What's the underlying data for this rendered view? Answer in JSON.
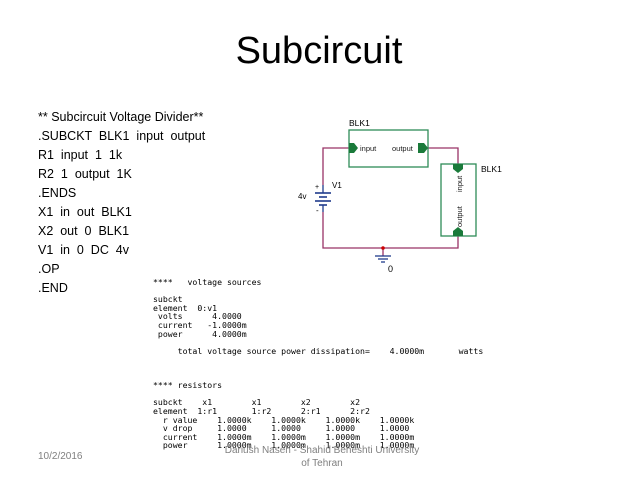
{
  "slide": {
    "title": "Subcircuit",
    "netlist": [
      "** Subcircuit Voltage Divider**",
      ".SUBCKT  BLK1  input  output",
      "R1  input  1  1k",
      "R2  1  output  1K",
      ".ENDS",
      "X1  in  out  BLK1",
      "X2  out  0  BLK1",
      "V1  in  0  DC  4v",
      ".OP",
      ".END"
    ],
    "simulation_output": [
      "****   voltage sources",
      "",
      "subckt",
      "element  0:v1",
      " volts      4.0000",
      " current   -1.0000m",
      " power      4.0000m",
      "",
      "     total voltage source power dissipation=    4.0000m       watts",
      "",
      "",
      "",
      "**** resistors",
      "",
      "subckt    x1        x1        x2        x2",
      "element  1:r1       1:r2      2:r1      2:r2",
      "  r value    1.0000k    1.0000k    1.0000k    1.0000k",
      "  v drop     1.0000     1.0000     1.0000     1.0000",
      "  current    1.0000m    1.0000m    1.0000m    1.0000m",
      "  power      1.0000m    1.0000m    1.0000m    1.0000m"
    ],
    "schematic": {
      "block_top_label": "BLK1",
      "block_top_in": "input",
      "block_top_out": "output",
      "block_right_label": "BLK1",
      "block_right_in": "input",
      "block_right_out": "output",
      "source_name": "V1",
      "source_value": "4v",
      "source_plus": "+",
      "source_minus": "-",
      "ground_label": "0",
      "colors": {
        "wire": "#993366",
        "block_border": "#2e8b57",
        "block_fill": "#ffffff",
        "port": "#1a7a3a",
        "node": "#cc0000"
      }
    },
    "footer": {
      "date": "10/2/2016",
      "author_line1": "Dariush Naseh - Shahid Beheshti University",
      "author_line2": "of Tehran"
    }
  }
}
